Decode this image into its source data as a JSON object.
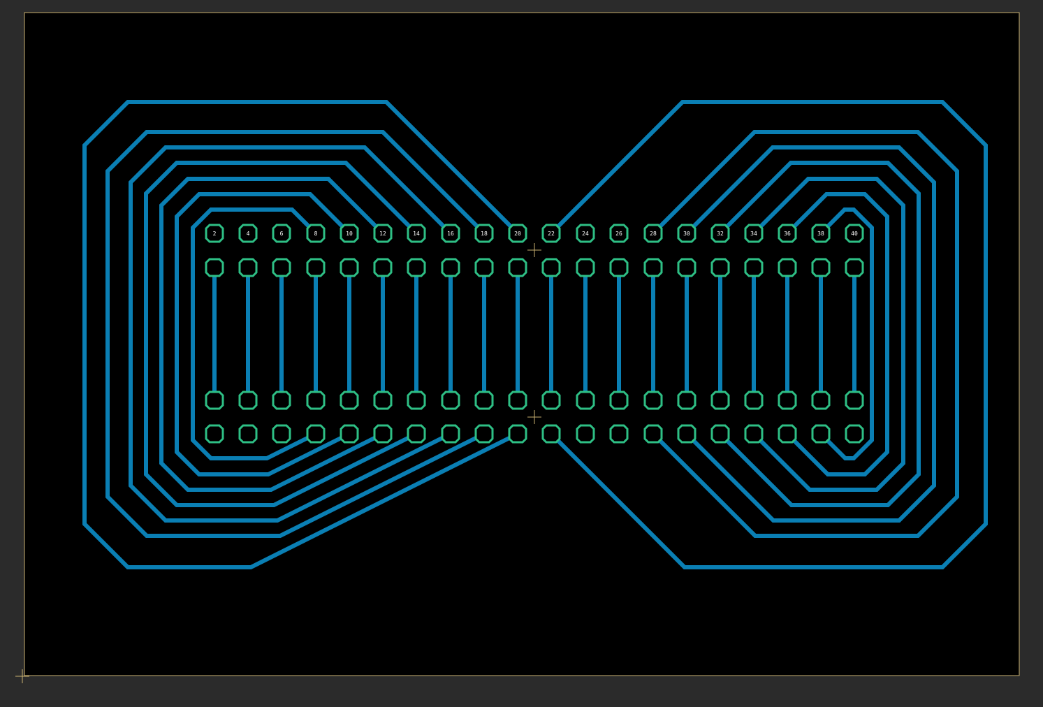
{
  "colors": {
    "background": "#2b2b2b",
    "board_fill": "#000000",
    "board_outline": "#c8b070",
    "trace": "#0a7fb4",
    "pad": "#2ebf85",
    "origin_marker": "#c8b070"
  },
  "rows": {
    "top_numbers": [
      "2",
      "4",
      "6",
      "8",
      "10",
      "12",
      "14",
      "16",
      "18",
      "20",
      "22",
      "24",
      "26",
      "28",
      "30",
      "32",
      "34",
      "36",
      "38",
      "40"
    ]
  }
}
